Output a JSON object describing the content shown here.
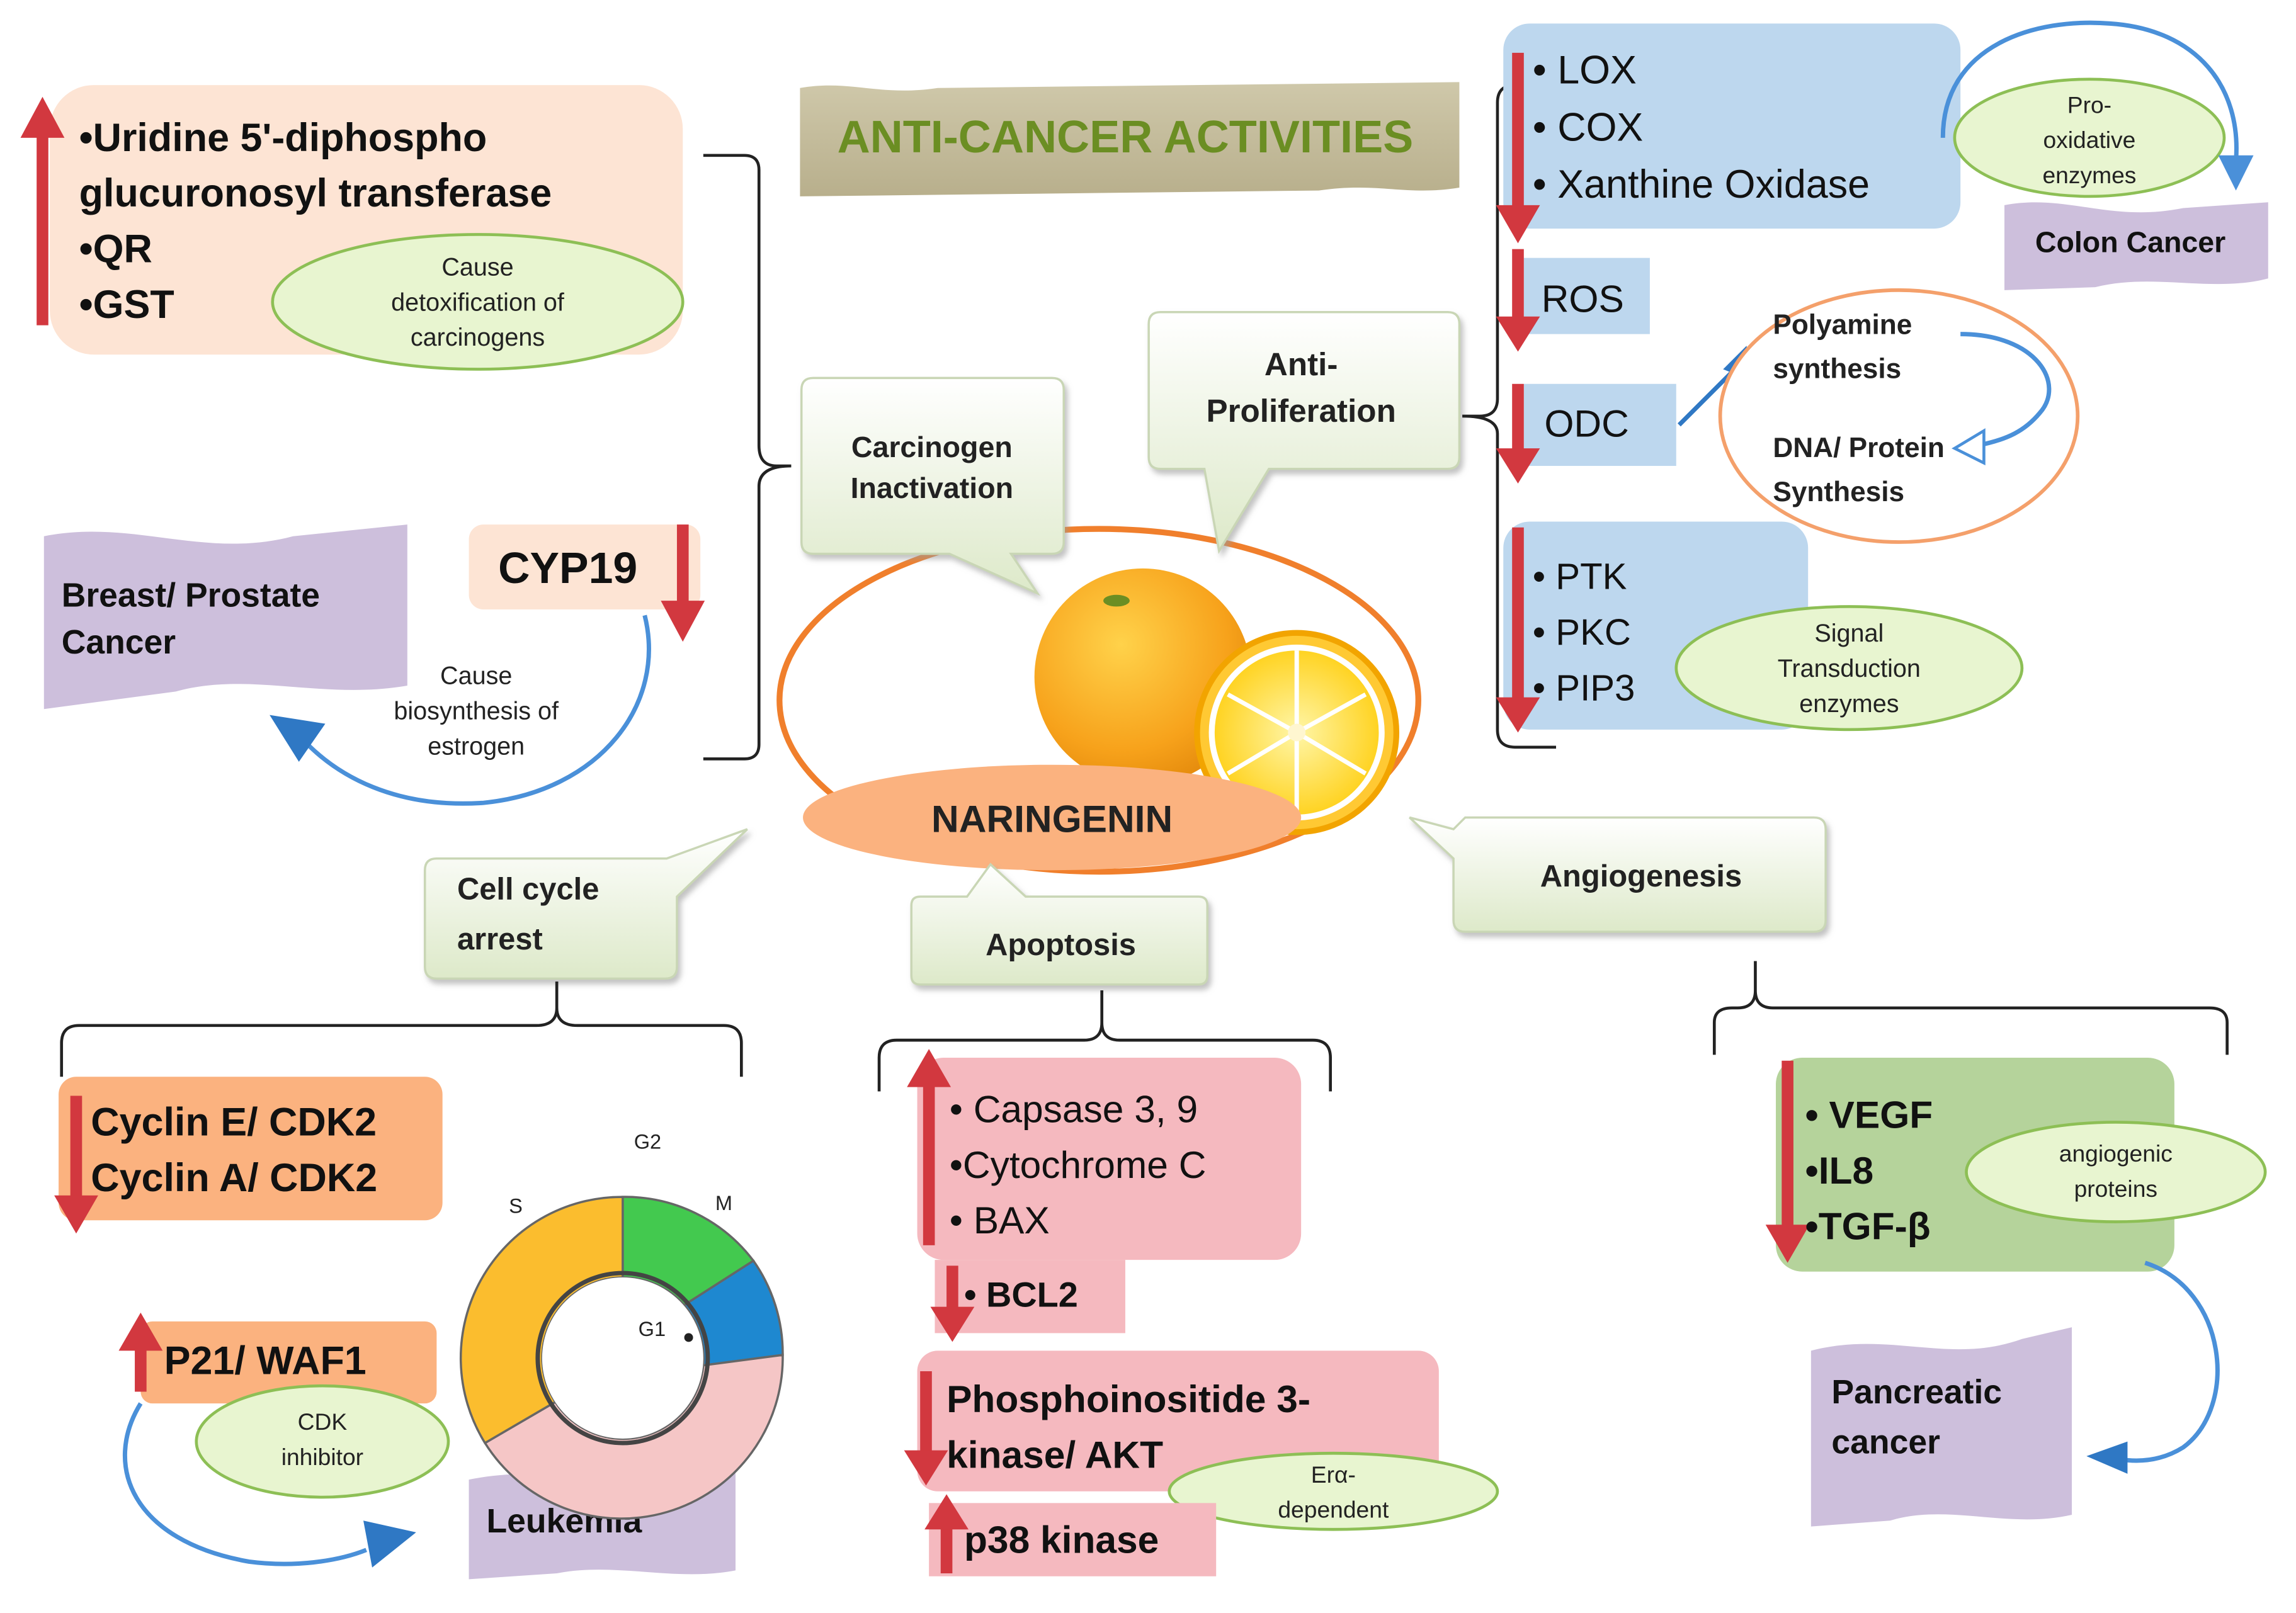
{
  "title": "ANTI-CANCER ACTIVITIES",
  "center": {
    "label": "NARINGENIN"
  },
  "callouts": {
    "carcinogen_inactivation": [
      "Carcinogen",
      "Inactivation"
    ],
    "anti_proliferation": [
      "Anti-",
      "Proliferation"
    ],
    "cell_cycle_arrest": [
      "Cell cycle",
      "arrest"
    ],
    "apoptosis": "Apoptosis",
    "angiogenesis": "Angiogenesis"
  },
  "detox": {
    "items": [
      "•Uridine 5'-diphospho",
      "glucuronosyl transferase",
      "•QR",
      "•GST"
    ],
    "note": [
      "Cause",
      "detoxification  of",
      "carcinogens"
    ]
  },
  "cyp19": {
    "label": "CYP19",
    "note": [
      "Cause",
      "biosynthesis of",
      "estrogen"
    ],
    "target": [
      "Breast/ Prostate",
      "Cancer"
    ]
  },
  "pro_oxidative": {
    "items": [
      "• LOX",
      "• COX",
      "• Xanthine Oxidase"
    ],
    "note": [
      "Pro-",
      "oxidative",
      "enzymes"
    ],
    "target": "Colon Cancer"
  },
  "ros": "ROS",
  "odc": {
    "label": "ODC",
    "polyamine": [
      "Polyamine",
      "synthesis"
    ],
    "dna": [
      "DNA/ Protein",
      "Synthesis"
    ]
  },
  "signal": {
    "items": [
      "• PTK",
      "• PKC",
      "• PIP3"
    ],
    "note": [
      "Signal",
      "Transduction",
      "enzymes"
    ]
  },
  "cell_cycle": {
    "cyclins": [
      "Cyclin E/ CDK2",
      "Cyclin A/ CDK2"
    ],
    "p21": "P21/ WAF1",
    "p21_note": [
      "CDK",
      "inhibitor"
    ],
    "target": "Leukemia",
    "phases": [
      "G2",
      "M",
      "G1",
      "S"
    ]
  },
  "apoptosis_detail": {
    "items": [
      "• Capsase 3, 9",
      "•Cytochrome C",
      "• BAX"
    ],
    "bcl2": "• BCL2",
    "pi3k": [
      "Phosphoinositide 3-",
      "kinase/ AKT"
    ],
    "er_note": [
      "Erα-",
      "dependent"
    ],
    "p38": "p38 kinase"
  },
  "angiogenesis_detail": {
    "items": [
      "• VEGF",
      "•IL8",
      "•TGF-β"
    ],
    "note": [
      "angiogenic",
      "proteins"
    ],
    "target": [
      "Pancreatic",
      "cancer"
    ]
  },
  "colors": {
    "up_down_arrow": "#d2383f",
    "blue_arrow": "#4a90d9",
    "peach_box": "#fde4d4",
    "blue_box": "#bdd7ee",
    "purple_banner": "#cdbfdc",
    "green_ellipse": "#e8f5d0",
    "orange_box": "#fbb27f",
    "pink_box": "#f5b9bf",
    "green_box": "#b5d39b",
    "title_banner": "#c5bd9c",
    "title_text": "#6b8e23"
  }
}
